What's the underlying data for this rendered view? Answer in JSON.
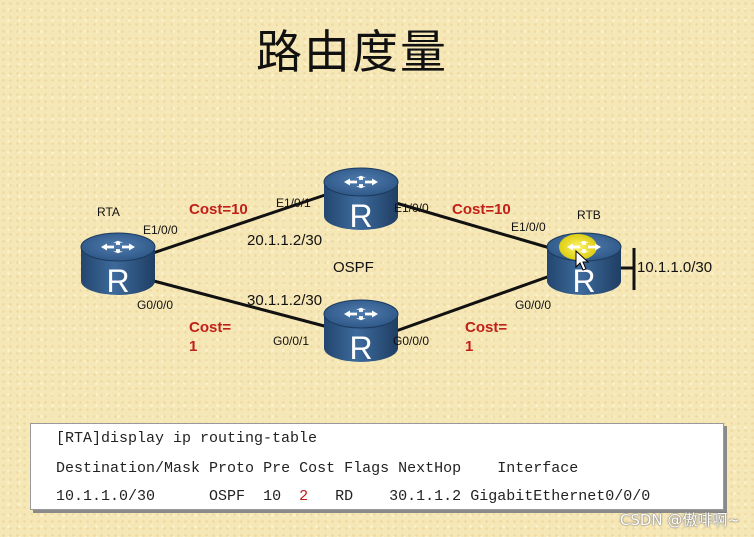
{
  "title": "路由度量",
  "routers": {
    "rta": {
      "name": "RTA",
      "icon_letter": "R"
    },
    "rtb": {
      "name": "RTB",
      "icon_letter": "R"
    },
    "top": {
      "icon_letter": "R"
    },
    "bottom": {
      "icon_letter": "R"
    }
  },
  "interfaces": {
    "rta_upper": "E1/0/0",
    "rta_lower": "G0/0/0",
    "top_left": "E1/0/1",
    "top_right": "E1/0/0",
    "rtb_upper": "E1/0/0",
    "rtb_lower": "G0/0/0",
    "bottom_left": "G0/0/1",
    "bottom_right": "G0/0/0"
  },
  "costs": {
    "upper_left": "Cost=10",
    "upper_right": "Cost=10",
    "lower_left_line1": "Cost=",
    "lower_left_line2": "1",
    "lower_right_line1": "Cost=",
    "lower_right_line2": "1"
  },
  "addresses": {
    "upper": "20.1.1.2/30",
    "lower": "30.1.1.2/30",
    "network": "10.1.1.0/30"
  },
  "protocol_label": "OSPF",
  "routing_table": {
    "command": "[RTA]display ip routing-table",
    "headers": [
      "Destination/Mask",
      "Proto",
      "Pre",
      "Cost",
      "Flags",
      "NextHop",
      "Interface"
    ],
    "row": {
      "destination": "10.1.1.0/30",
      "proto": "OSPF",
      "pre": "10",
      "cost": "2",
      "flags": "RD",
      "nexthop": "30.1.1.2",
      "interface": "GigabitEthernet0/0/0"
    }
  },
  "watermark": "CSDN @傲啡啊~",
  "colors": {
    "router_body": "#2f5a8c",
    "router_highlight": "#e6d400",
    "cost_text": "#c0201a",
    "table_cost": "#c0201a"
  }
}
